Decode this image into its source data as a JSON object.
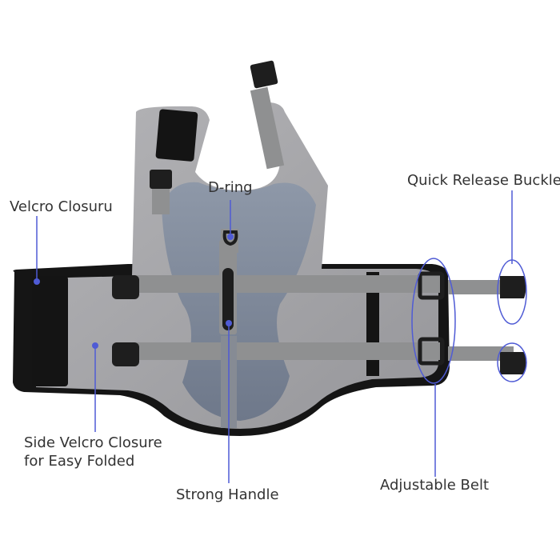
{
  "colors": {
    "accent": "#4f5bd5",
    "vest_gray": "#a3a3a6",
    "vest_blue_gray": "#7f8a9c",
    "strap_gray": "#8f9091",
    "black_trim": "#141414"
  },
  "labels": {
    "velcro_closure": "Velcro Closuru",
    "d_ring": "D-ring",
    "quick_release_buckle": "Quick Release Buckle",
    "side_velcro_line1": "Side Velcro Closure",
    "side_velcro_line2": "for Easy Folded",
    "strong_handle": "Strong Handle",
    "adjustable_belt": "Adjustable Belt"
  }
}
